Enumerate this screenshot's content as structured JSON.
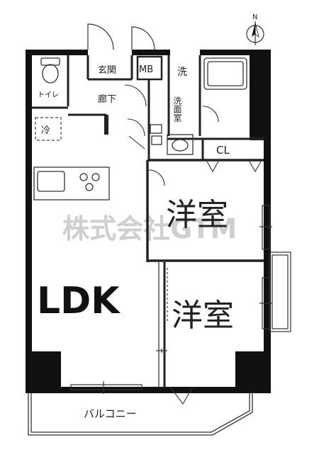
{
  "rooms": {
    "genkan": "玄関",
    "mb": "MB",
    "sentaku": "洗",
    "toilet": "トイレ",
    "rouka": "廊下",
    "senmenshitsu": "洗面室",
    "reizouko": "冷",
    "cl": "CL",
    "yoshitsu_1": "洋室",
    "yoshitsu_2": "洋室",
    "ldk": "LDK",
    "balcony": "バルコニー"
  },
  "watermark": "株式会社GTM",
  "compass": {
    "label": "N"
  }
}
